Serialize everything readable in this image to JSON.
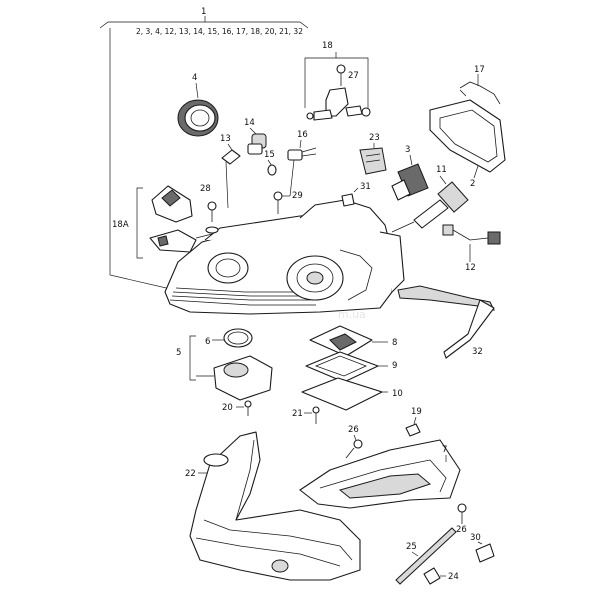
{
  "diagram": {
    "assembly_label": "1",
    "assembly_components": "2, 3, 4, 12, 13, 14, 15, 16, 17, 18, 20, 21, 32",
    "group_18_label": "18",
    "group_18a_label": "18A",
    "group_5_label": "5",
    "watermark": "m.ua",
    "callouts": {
      "c2": "2",
      "c3": "3",
      "c4": "4",
      "c6": "6",
      "c7": "7",
      "c8": "8",
      "c9": "9",
      "c10": "10",
      "c11": "11",
      "c12": "12",
      "c13": "13",
      "c14": "14",
      "c15": "15",
      "c16": "16",
      "c17": "17",
      "c19": "19",
      "c20": "20",
      "c21": "21",
      "c22": "22",
      "c23": "23",
      "c24": "24",
      "c25": "25",
      "c26a": "26",
      "c26b": "26",
      "c27": "27",
      "c28": "28",
      "c29": "29",
      "c30": "30",
      "c31": "31",
      "c32": "32"
    }
  }
}
